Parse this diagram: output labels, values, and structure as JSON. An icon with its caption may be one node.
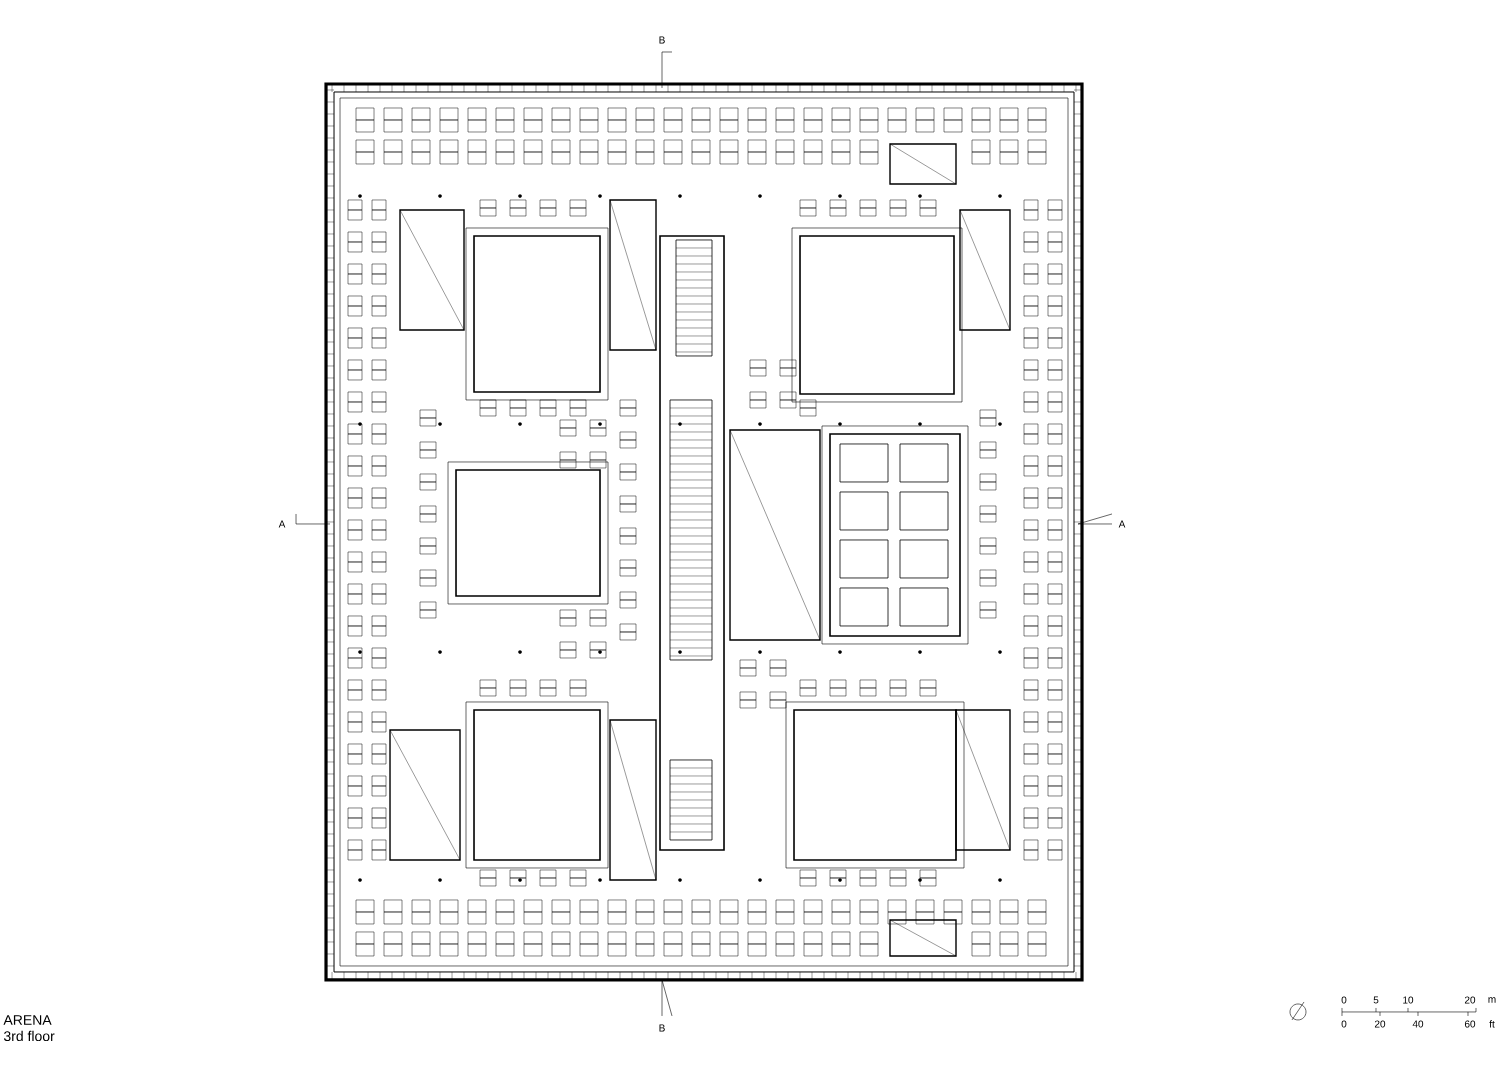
{
  "diagram": {
    "labels": [
      "B",
      "A",
      "A",
      "B",
      "ARENA",
      "3rd floor",
      "0",
      "5",
      "10",
      "20",
      "m",
      "0",
      "20",
      "40",
      "60",
      "ft"
    ]
  }
}
